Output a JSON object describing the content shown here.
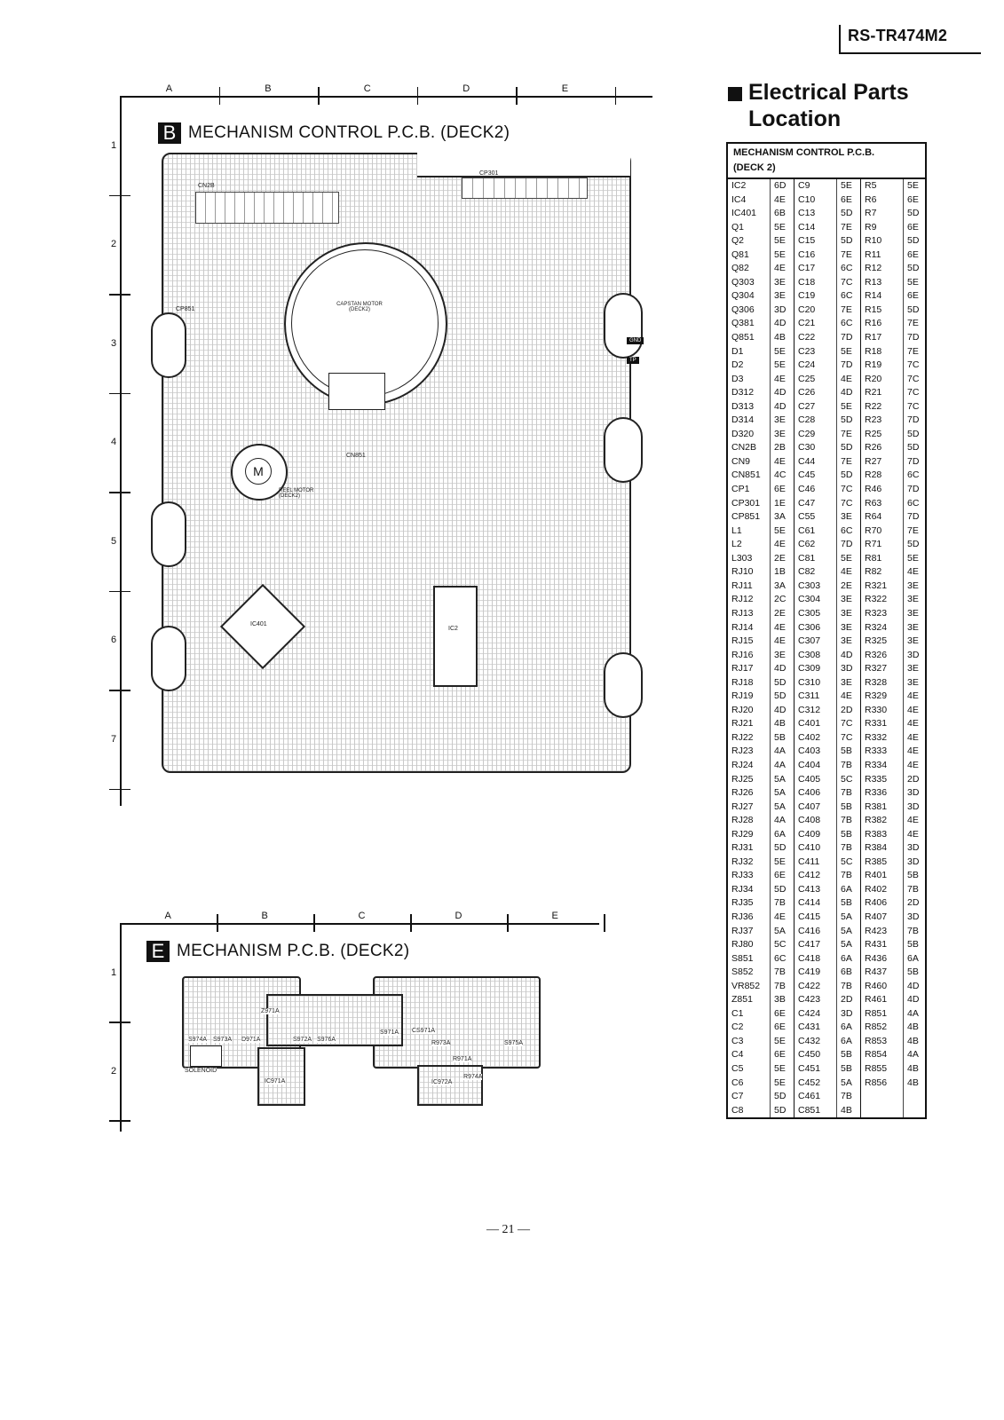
{
  "header": {
    "model": "RS-TR474M2"
  },
  "section_title": {
    "line1": "Electrical Parts",
    "line2": "Location"
  },
  "parts_table": {
    "title_line1": "MECHANISM CONTROL P.C.B.",
    "title_line2": "(DECK 2)",
    "columns": [
      [
        [
          "IC2",
          "6D"
        ],
        [
          "IC4",
          "4E"
        ],
        [
          "IC401",
          "6B"
        ],
        [
          "Q1",
          "5E"
        ],
        [
          "Q2",
          "5E"
        ],
        [
          "Q81",
          "5E"
        ],
        [
          "Q82",
          "4E"
        ],
        [
          "Q303",
          "3E"
        ],
        [
          "Q304",
          "3E"
        ],
        [
          "Q306",
          "3D"
        ],
        [
          "Q381",
          "4D"
        ],
        [
          "Q851",
          "4B"
        ],
        [
          "D1",
          "5E"
        ],
        [
          "D2",
          "5E"
        ],
        [
          "D3",
          "4E"
        ],
        [
          "D312",
          "4D"
        ],
        [
          "D313",
          "4D"
        ],
        [
          "D314",
          "3E"
        ],
        [
          "D320",
          "3E"
        ],
        [
          "CN2B",
          "2B"
        ],
        [
          "CN9",
          "4E"
        ],
        [
          "CN851",
          "4C"
        ],
        [
          "CP1",
          "6E"
        ],
        [
          "CP301",
          "1E"
        ],
        [
          "CP851",
          "3A"
        ],
        [
          "L1",
          "5E"
        ],
        [
          "L2",
          "4E"
        ],
        [
          "L303",
          "2E"
        ],
        [
          "RJ10",
          "1B"
        ],
        [
          "RJ11",
          "3A"
        ],
        [
          "RJ12",
          "2C"
        ],
        [
          "RJ13",
          "2E"
        ],
        [
          "RJ14",
          "4E"
        ],
        [
          "RJ15",
          "4E"
        ],
        [
          "RJ16",
          "3E"
        ],
        [
          "RJ17",
          "4D"
        ],
        [
          "RJ18",
          "5D"
        ],
        [
          "RJ19",
          "5D"
        ],
        [
          "RJ20",
          "4D"
        ],
        [
          "RJ21",
          "4B"
        ],
        [
          "RJ22",
          "5B"
        ],
        [
          "RJ23",
          "4A"
        ],
        [
          "RJ24",
          "4A"
        ],
        [
          "RJ25",
          "5A"
        ],
        [
          "RJ26",
          "5A"
        ],
        [
          "RJ27",
          "5A"
        ],
        [
          "RJ28",
          "4A"
        ],
        [
          "RJ29",
          "6A"
        ],
        [
          "RJ31",
          "5D"
        ],
        [
          "RJ32",
          "5E"
        ],
        [
          "RJ33",
          "6E"
        ],
        [
          "RJ34",
          "5D"
        ],
        [
          "RJ35",
          "7B"
        ],
        [
          "RJ36",
          "4E"
        ],
        [
          "RJ37",
          "5A"
        ],
        [
          "RJ80",
          "5C"
        ],
        [
          "S851",
          "6C"
        ],
        [
          "S852",
          "7B"
        ],
        [
          "VR852",
          "7B"
        ],
        [
          "Z851",
          "3B"
        ],
        [
          "C1",
          "6E"
        ],
        [
          "C2",
          "6E"
        ],
        [
          "C3",
          "5E"
        ],
        [
          "C4",
          "6E"
        ],
        [
          "C5",
          "5E"
        ],
        [
          "C6",
          "5E"
        ],
        [
          "C7",
          "5D"
        ],
        [
          "C8",
          "5D"
        ]
      ],
      [
        [
          "C9",
          "5E"
        ],
        [
          "C10",
          "6E"
        ],
        [
          "C13",
          "5D"
        ],
        [
          "C14",
          "7E"
        ],
        [
          "C15",
          "5D"
        ],
        [
          "C16",
          "7E"
        ],
        [
          "C17",
          "6C"
        ],
        [
          "C18",
          "7C"
        ],
        [
          "C19",
          "6C"
        ],
        [
          "C20",
          "7E"
        ],
        [
          "C21",
          "6C"
        ],
        [
          "C22",
          "7D"
        ],
        [
          "C23",
          "5E"
        ],
        [
          "C24",
          "7D"
        ],
        [
          "C25",
          "4E"
        ],
        [
          "C26",
          "4D"
        ],
        [
          "C27",
          "5E"
        ],
        [
          "C28",
          "5D"
        ],
        [
          "C29",
          "7E"
        ],
        [
          "C30",
          "5D"
        ],
        [
          "C44",
          "7E"
        ],
        [
          "C45",
          "5D"
        ],
        [
          "C46",
          "7C"
        ],
        [
          "C47",
          "7C"
        ],
        [
          "C55",
          "3E"
        ],
        [
          "C61",
          "6C"
        ],
        [
          "C62",
          "7D"
        ],
        [
          "C81",
          "5E"
        ],
        [
          "C82",
          "4E"
        ],
        [
          "C303",
          "2E"
        ],
        [
          "C304",
          "3E"
        ],
        [
          "C305",
          "3E"
        ],
        [
          "C306",
          "3E"
        ],
        [
          "C307",
          "3E"
        ],
        [
          "C308",
          "4D"
        ],
        [
          "C309",
          "3D"
        ],
        [
          "C310",
          "3E"
        ],
        [
          "C311",
          "4E"
        ],
        [
          "C312",
          "2D"
        ],
        [
          "C401",
          "7C"
        ],
        [
          "C402",
          "7C"
        ],
        [
          "C403",
          "5B"
        ],
        [
          "C404",
          "7B"
        ],
        [
          "C405",
          "5C"
        ],
        [
          "C406",
          "7B"
        ],
        [
          "C407",
          "5B"
        ],
        [
          "C408",
          "7B"
        ],
        [
          "C409",
          "5B"
        ],
        [
          "C410",
          "7B"
        ],
        [
          "C411",
          "5C"
        ],
        [
          "C412",
          "7B"
        ],
        [
          "C413",
          "6A"
        ],
        [
          "C414",
          "5B"
        ],
        [
          "C415",
          "5A"
        ],
        [
          "C416",
          "5A"
        ],
        [
          "C417",
          "5A"
        ],
        [
          "C418",
          "6A"
        ],
        [
          "C419",
          "6B"
        ],
        [
          "C422",
          "7B"
        ],
        [
          "C423",
          "2D"
        ],
        [
          "C424",
          "3D"
        ],
        [
          "C431",
          "6A"
        ],
        [
          "C432",
          "6A"
        ],
        [
          "C450",
          "5B"
        ],
        [
          "C451",
          "5B"
        ],
        [
          "C452",
          "5A"
        ],
        [
          "C461",
          "7B"
        ],
        [
          "C851",
          "4B"
        ]
      ],
      [
        [
          "R5",
          "5E"
        ],
        [
          "R6",
          "6E"
        ],
        [
          "R7",
          "5D"
        ],
        [
          "R9",
          "6E"
        ],
        [
          "R10",
          "5D"
        ],
        [
          "R11",
          "6E"
        ],
        [
          "R12",
          "5D"
        ],
        [
          "R13",
          "5E"
        ],
        [
          "R14",
          "6E"
        ],
        [
          "R15",
          "5D"
        ],
        [
          "R16",
          "7E"
        ],
        [
          "R17",
          "7D"
        ],
        [
          "R18",
          "7E"
        ],
        [
          "R19",
          "7C"
        ],
        [
          "R20",
          "7C"
        ],
        [
          "R21",
          "7C"
        ],
        [
          "R22",
          "7C"
        ],
        [
          "R23",
          "7D"
        ],
        [
          "R25",
          "5D"
        ],
        [
          "R26",
          "5D"
        ],
        [
          "R27",
          "7D"
        ],
        [
          "R28",
          "6C"
        ],
        [
          "R46",
          "7D"
        ],
        [
          "R63",
          "6C"
        ],
        [
          "R64",
          "7D"
        ],
        [
          "R70",
          "7E"
        ],
        [
          "R71",
          "5D"
        ],
        [
          "R81",
          "5E"
        ],
        [
          "R82",
          "4E"
        ],
        [
          "R321",
          "3E"
        ],
        [
          "R322",
          "3E"
        ],
        [
          "R323",
          "3E"
        ],
        [
          "R324",
          "3E"
        ],
        [
          "R325",
          "3E"
        ],
        [
          "R326",
          "3D"
        ],
        [
          "R327",
          "3E"
        ],
        [
          "R328",
          "3E"
        ],
        [
          "R329",
          "4E"
        ],
        [
          "R330",
          "4E"
        ],
        [
          "R331",
          "4E"
        ],
        [
          "R332",
          "4E"
        ],
        [
          "R333",
          "4E"
        ],
        [
          "R334",
          "4E"
        ],
        [
          "R335",
          "2D"
        ],
        [
          "R336",
          "3D"
        ],
        [
          "R381",
          "3D"
        ],
        [
          "R382",
          "4E"
        ],
        [
          "R383",
          "4E"
        ],
        [
          "R384",
          "3D"
        ],
        [
          "R385",
          "3D"
        ],
        [
          "R401",
          "5B"
        ],
        [
          "R402",
          "7B"
        ],
        [
          "R406",
          "2D"
        ],
        [
          "R407",
          "3D"
        ],
        [
          "R423",
          "7B"
        ],
        [
          "R431",
          "5B"
        ],
        [
          "R436",
          "6A"
        ],
        [
          "R437",
          "5B"
        ],
        [
          "R460",
          "4D"
        ],
        [
          "R461",
          "4D"
        ],
        [
          "R851",
          "4A"
        ],
        [
          "R852",
          "4B"
        ],
        [
          "R853",
          "4B"
        ],
        [
          "R854",
          "4A"
        ],
        [
          "R855",
          "4B"
        ],
        [
          "R856",
          "4B"
        ]
      ]
    ]
  },
  "pcb_b": {
    "badge": "B",
    "title": "MECHANISM CONTROL P.C.B. (DECK2)",
    "cols": [
      "A",
      "B",
      "C",
      "D",
      "E"
    ],
    "rows": [
      "1",
      "2",
      "3",
      "4",
      "5",
      "6",
      "7"
    ],
    "labels": {
      "capstan": "CAPSTAN MOTOR (DECK2)",
      "motor_m": "M",
      "reel_motor": "REEL MOTOR (DECK2)",
      "gnd": "GND",
      "tp": "TP",
      "ic2": "IC2",
      "ic401": "IC401",
      "cp301": "CP301",
      "cn2b": "CN2B",
      "cp851": "CP851",
      "cn851": "CN851"
    }
  },
  "pcb_e": {
    "badge": "E",
    "title": "MECHANISM P.C.B. (DECK2)",
    "cols": [
      "A",
      "B",
      "C",
      "D",
      "E"
    ],
    "rows": [
      "1",
      "2"
    ],
    "labels": {
      "solenoid": "SOLENOID",
      "s974a": "S974A",
      "s973a": "S973A",
      "d971a": "D971A",
      "z971a": "Z971A",
      "s972a": "S972A",
      "s976a": "S976A",
      "s971a": "S971A",
      "cs971a": "CS971A",
      "r973a": "R973A",
      "s975a": "S975A",
      "r971a": "R971A",
      "r974a": "R974A",
      "ic971a": "IC971A",
      "ic972a": "IC972A"
    }
  },
  "footer": {
    "page": "— 21 —"
  }
}
